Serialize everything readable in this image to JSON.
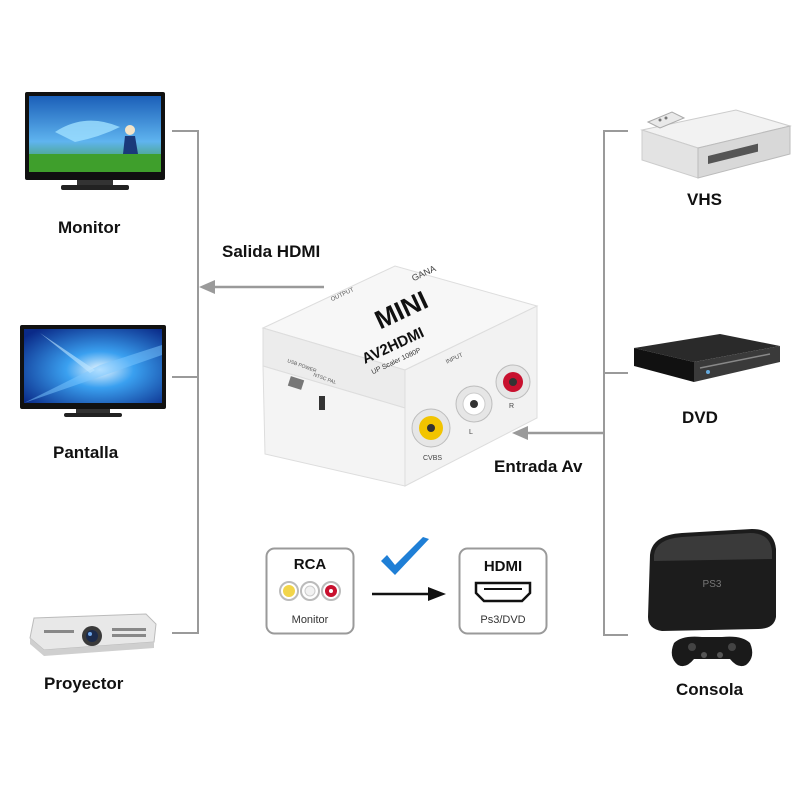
{
  "left_devices": [
    {
      "name": "monitor",
      "label": "Monitor"
    },
    {
      "name": "pantalla",
      "label": "Pantalla"
    },
    {
      "name": "proyector",
      "label": "Proyector"
    }
  ],
  "right_devices": [
    {
      "name": "vhs",
      "label": "VHS"
    },
    {
      "name": "dvd",
      "label": "DVD"
    },
    {
      "name": "consola",
      "label": "Consola"
    }
  ],
  "flow": {
    "output_label": "Salida HDMI",
    "input_label": "Entrada Av"
  },
  "converter": {
    "brand": "GANA",
    "badge": "MINI",
    "model": "AV2HDMI",
    "subtitle": "UP Scaler 1080P",
    "output_text": "OUTPUT",
    "input_text": "INPUT",
    "power_text": "USB POWER",
    "switch_text": "NTSC PAL",
    "port_cvbs": "CVBS",
    "port_l": "L",
    "port_r": "R"
  },
  "legend": {
    "rca_title": "RCA",
    "rca_sub": "Monitor",
    "hdmi_title": "HDMI",
    "hdmi_sub": "Ps3/DVD"
  },
  "colors": {
    "line": "#9a9a9a",
    "check": "#1f7fd6",
    "rca_yellow": "#f2c400",
    "rca_red": "#c8102e"
  }
}
